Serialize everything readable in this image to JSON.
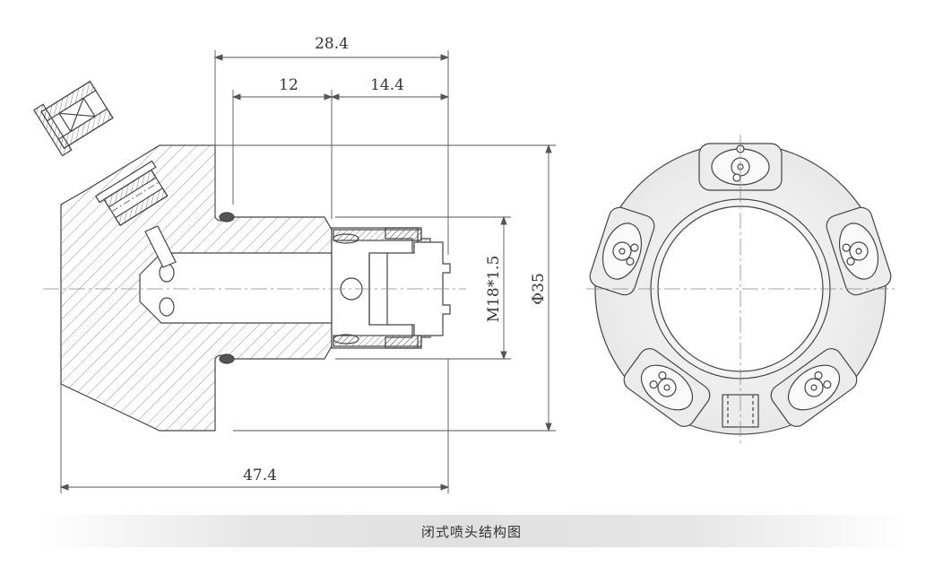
{
  "dimensions": {
    "overall_upper": "28.4",
    "inner_left": "12",
    "inner_right": "14.4",
    "thread": "M18*1.5",
    "diameter": "Φ35",
    "overall_length": "47.4"
  },
  "caption": "闭式喷头结构图"
}
